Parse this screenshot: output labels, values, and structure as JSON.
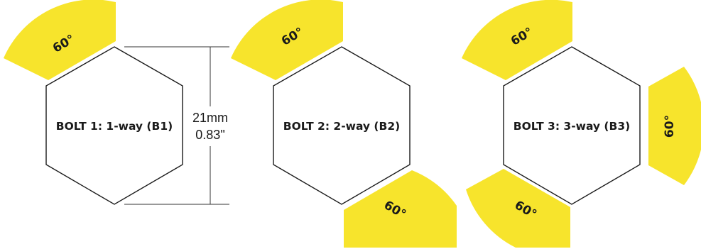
{
  "bolts": [
    {
      "label": "BOLT 1: 1-way (B1)",
      "sectors": [
        {
          "angle_label": "60°"
        }
      ]
    },
    {
      "label": "BOLT 2: 2-way (B2)",
      "sectors": [
        {
          "angle_label": "60°"
        },
        {
          "angle_label": "60°"
        }
      ]
    },
    {
      "label": "BOLT 3: 3-way (B3)",
      "sectors": [
        {
          "angle_label": "60°"
        },
        {
          "angle_label": "60°"
        },
        {
          "angle_label": "60°"
        }
      ]
    }
  ],
  "dimension": {
    "metric": "21mm",
    "imperial": "0.83\""
  },
  "colors": {
    "sector_fill": "#f7e42c",
    "outline": "#1a1a1a"
  }
}
